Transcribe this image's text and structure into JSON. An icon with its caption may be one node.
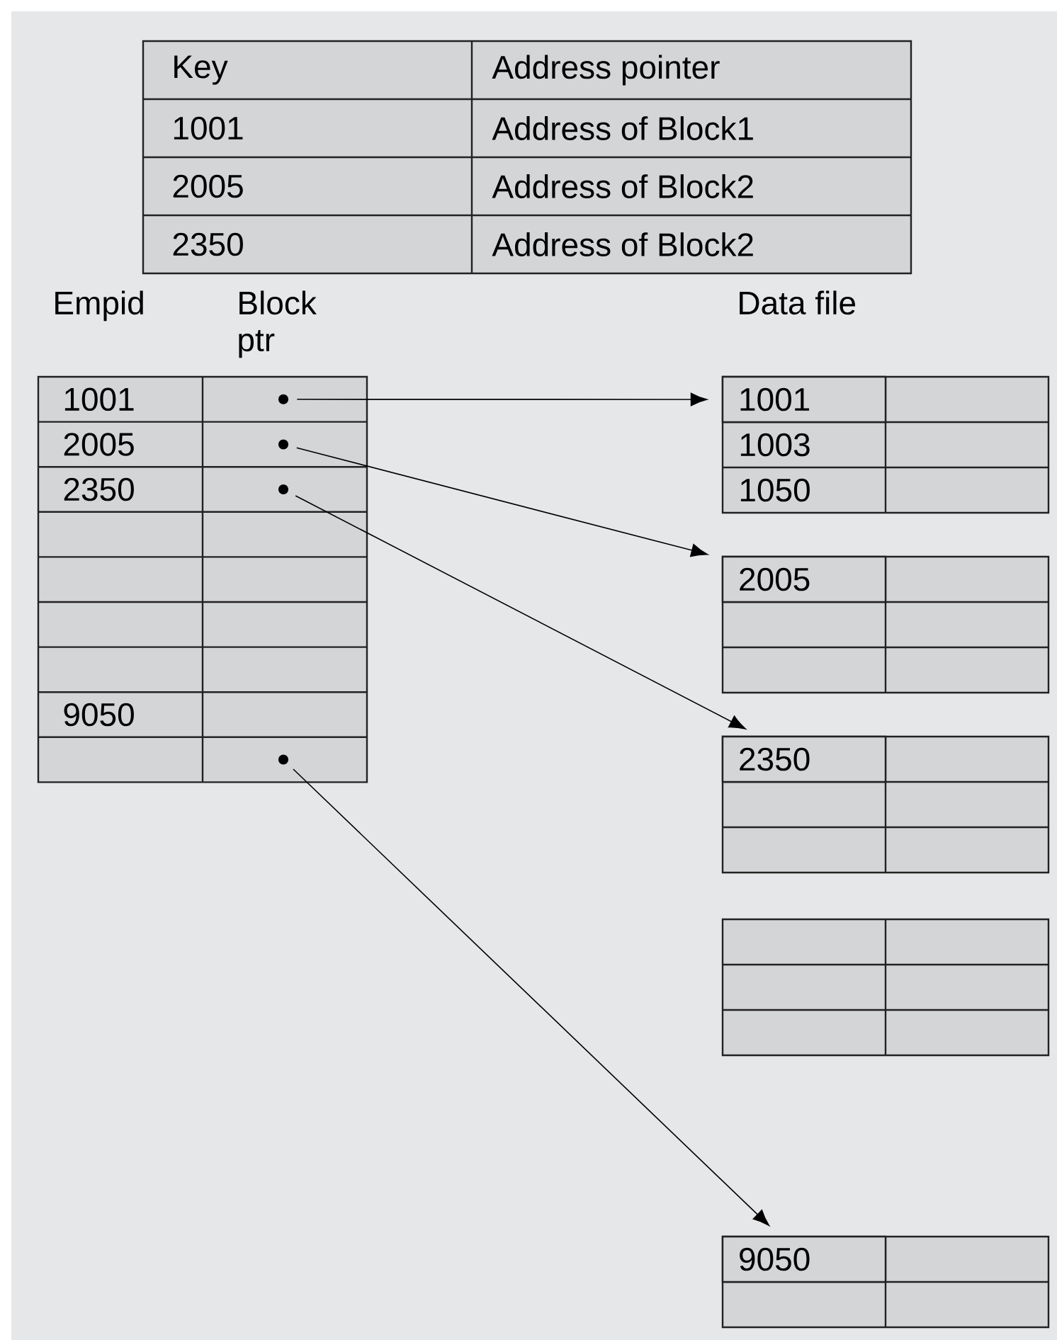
{
  "diagram": {
    "nodes": [
      {
        "text": [],
        "shape": "circle"
      },
      {
        "text": [],
        "shape": "circle"
      },
      {
        "text": [],
        "shape": "circle"
      },
      {
        "text": [],
        "shape": "circle"
      },
      {
        "text": [
          "1001"
        ]
      },
      {
        "text": [
          "2005"
        ]
      },
      {
        "text": [
          "2350"
        ]
      },
      {
        "text": [
          "9050"
        ]
      }
    ],
    "edges": [
      {
        "from": 0,
        "to": 4,
        "arrow": "to"
      },
      {
        "from": 1,
        "to": 5,
        "arrow": "to"
      },
      {
        "from": 2,
        "to": 6,
        "arrow": "to"
      },
      {
        "from": 3,
        "to": 7,
        "arrow": "to"
      }
    ],
    "labels": [
      "Key",
      "Address pointer",
      "1001",
      "Address of Block1",
      "2005",
      "Address of Block2",
      "2350",
      "Address of Block2",
      "Empid",
      "Block ptr",
      "Data file",
      "1001",
      "2005",
      "2350",
      "9050",
      "1003",
      "1050"
    ]
  }
}
